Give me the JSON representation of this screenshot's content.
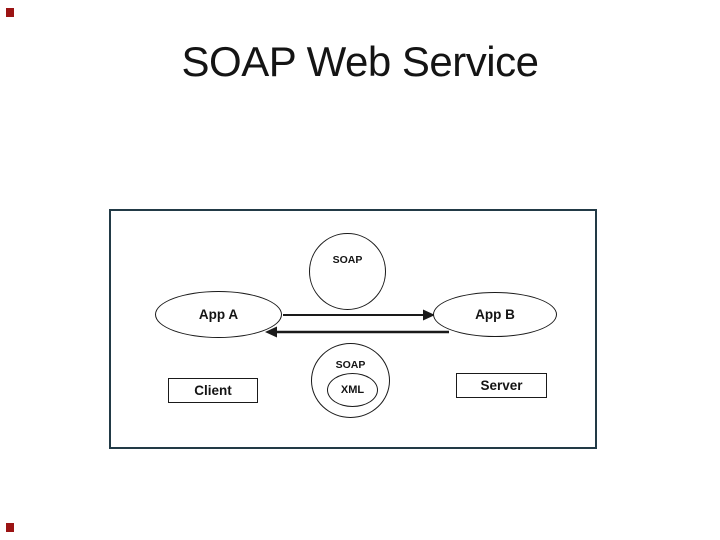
{
  "slide": {
    "title": "SOAP Web Service"
  },
  "diagram": {
    "nodes": {
      "soap_top": "SOAP",
      "app_a": "App A",
      "app_b": "App B",
      "soap_bottom": "SOAP",
      "xml": "XML",
      "client": "Client",
      "server": "Server"
    },
    "arrows": [
      {
        "name": "app-a-to-app-b",
        "direction": "right"
      },
      {
        "name": "app-b-to-app-a",
        "direction": "left"
      }
    ]
  },
  "colors": {
    "background": "#ffffff",
    "text": "#141414",
    "frame_border": "#223a46",
    "shape_border": "#1a1a1a",
    "corner_marker": "#9b1313"
  }
}
